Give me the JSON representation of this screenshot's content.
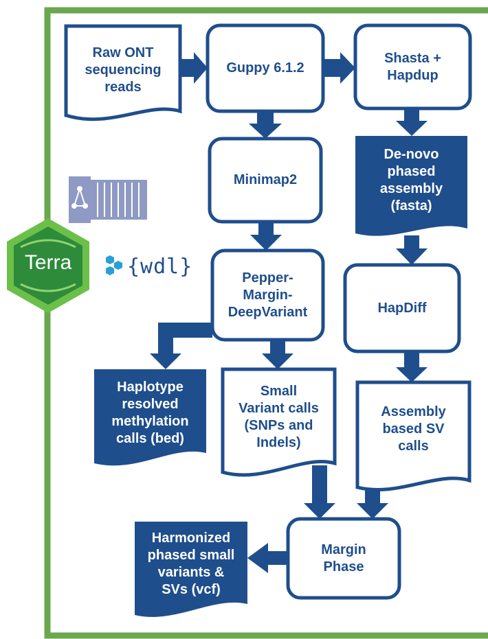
{
  "colors": {
    "frame": "#6aa84f",
    "navy": "#1f4e8c",
    "white": "#ffffff",
    "terra_outer": "#6cc04a",
    "terra_inner": "#2e8b3a",
    "container_icon": "#8e9ac4",
    "wdl_icon": "#2a9fd6"
  },
  "nodes": {
    "raw_reads": "Raw ONT\nsequencing\nreads",
    "guppy": "Guppy 6.1.2",
    "shasta": "Shasta +\nHapdup",
    "minimap": "Minimap2",
    "denovo": "De-novo\nphased\nassembly\n(fasta)",
    "pepper": "Pepper-\nMargin-\nDeepVariant",
    "hapdiff": "HapDiff",
    "haplotype": "Haplotype\nresolved\nmethylation\ncalls (bed)",
    "small_variants": "Small\nVariant calls\n(SNPs and\nIndels)",
    "assembly_sv": "Assembly\nbased SV\ncalls",
    "margin_phase": "Margin\nPhase",
    "harmonized": "Harmonized\nphased small\nvariants &\nSVs (vcf)"
  },
  "logos": {
    "terra": "Terra",
    "wdl": "{wdl}",
    "container_icon": "container-icon"
  }
}
